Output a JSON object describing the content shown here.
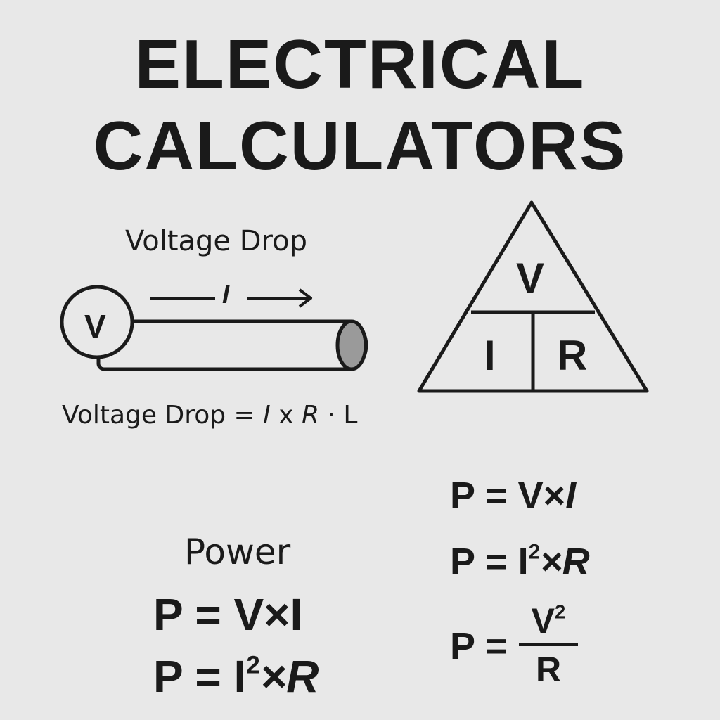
{
  "title": {
    "line1": "ELECTRICAL",
    "line2": "CALCULATORS"
  },
  "voltage_drop": {
    "label": "Voltage Drop",
    "source_symbol": "V",
    "current_symbol": "I",
    "formula_text": "Voltage Drop = ",
    "formula_i": "I",
    "formula_x": " x ",
    "formula_r": "R",
    "formula_rest": " · L"
  },
  "ohms_triangle": {
    "top": "V",
    "bottom_left": "I",
    "bottom_right": "R"
  },
  "power": {
    "label": "Power",
    "eq1": "P = V×I",
    "eq2_base": "P = I",
    "eq2_exp": "2",
    "eq2_tail": "×R"
  },
  "power_right": {
    "eq1_base": "P = V×",
    "eq1_i": "I",
    "eq2_base": "P = I",
    "eq2_exp": "2",
    "eq2_tail": "×R",
    "eq3_lhs": "P = ",
    "eq3_num_base": "V",
    "eq3_num_exp": "2",
    "eq3_den": "R"
  },
  "colors": {
    "background": "#e8e8e8",
    "ink": "#1a1a1a",
    "wire_end": "#9a9a9a"
  }
}
